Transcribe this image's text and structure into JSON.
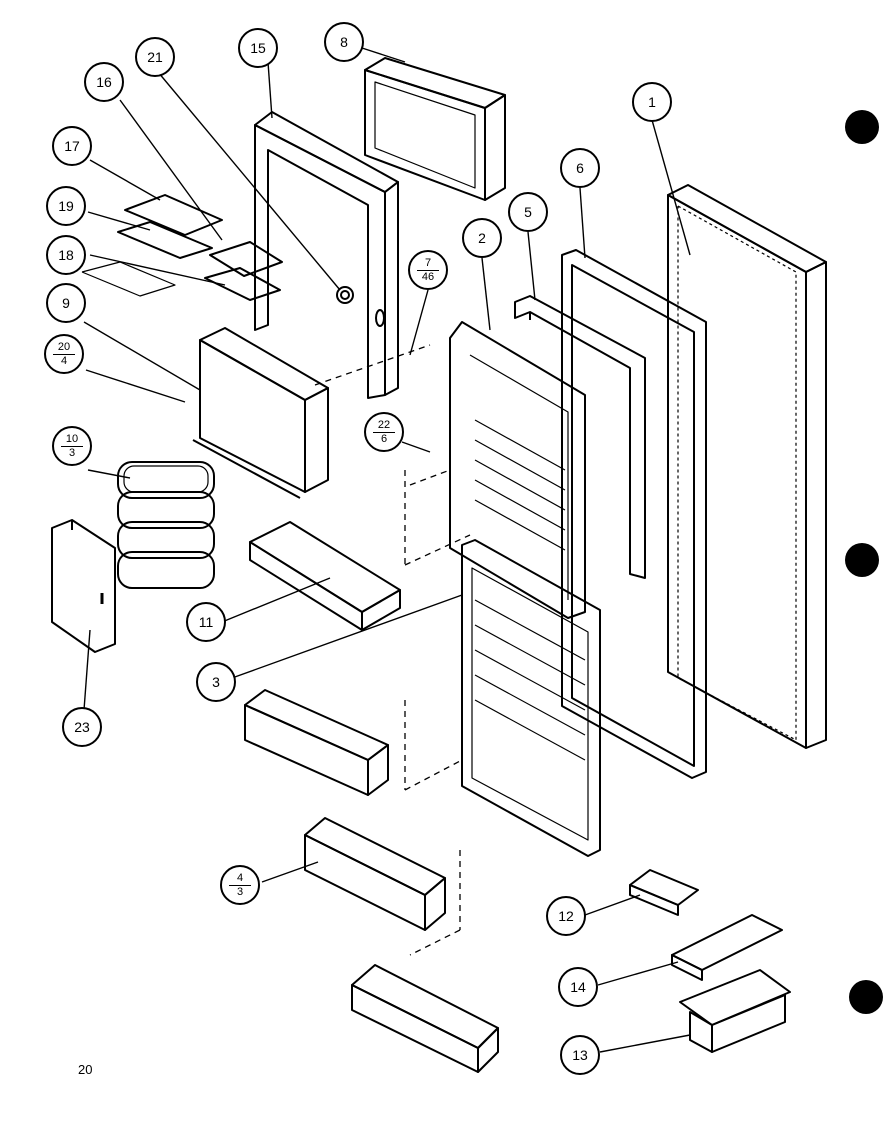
{
  "page_number": "20",
  "callouts": [
    {
      "id": "c1",
      "num": "1"
    },
    {
      "id": "c2",
      "num": "2"
    },
    {
      "id": "c3",
      "num": "3"
    },
    {
      "id": "c4",
      "num": "4",
      "den": "3"
    },
    {
      "id": "c5",
      "num": "5"
    },
    {
      "id": "c6",
      "num": "6"
    },
    {
      "id": "c7",
      "num": "7",
      "den": "46"
    },
    {
      "id": "c8",
      "num": "8"
    },
    {
      "id": "c9",
      "num": "9"
    },
    {
      "id": "c10",
      "num": "10",
      "den": "3"
    },
    {
      "id": "c11",
      "num": "11"
    },
    {
      "id": "c12",
      "num": "12"
    },
    {
      "id": "c13",
      "num": "13"
    },
    {
      "id": "c14",
      "num": "14"
    },
    {
      "id": "c15",
      "num": "15"
    },
    {
      "id": "c16",
      "num": "16"
    },
    {
      "id": "c17",
      "num": "17"
    },
    {
      "id": "c18",
      "num": "18"
    },
    {
      "id": "c19",
      "num": "19"
    },
    {
      "id": "c20",
      "num": "20",
      "den": "4"
    },
    {
      "id": "c21",
      "num": "21"
    },
    {
      "id": "c22",
      "num": "22",
      "den": "6"
    },
    {
      "id": "c23",
      "num": "23"
    }
  ]
}
